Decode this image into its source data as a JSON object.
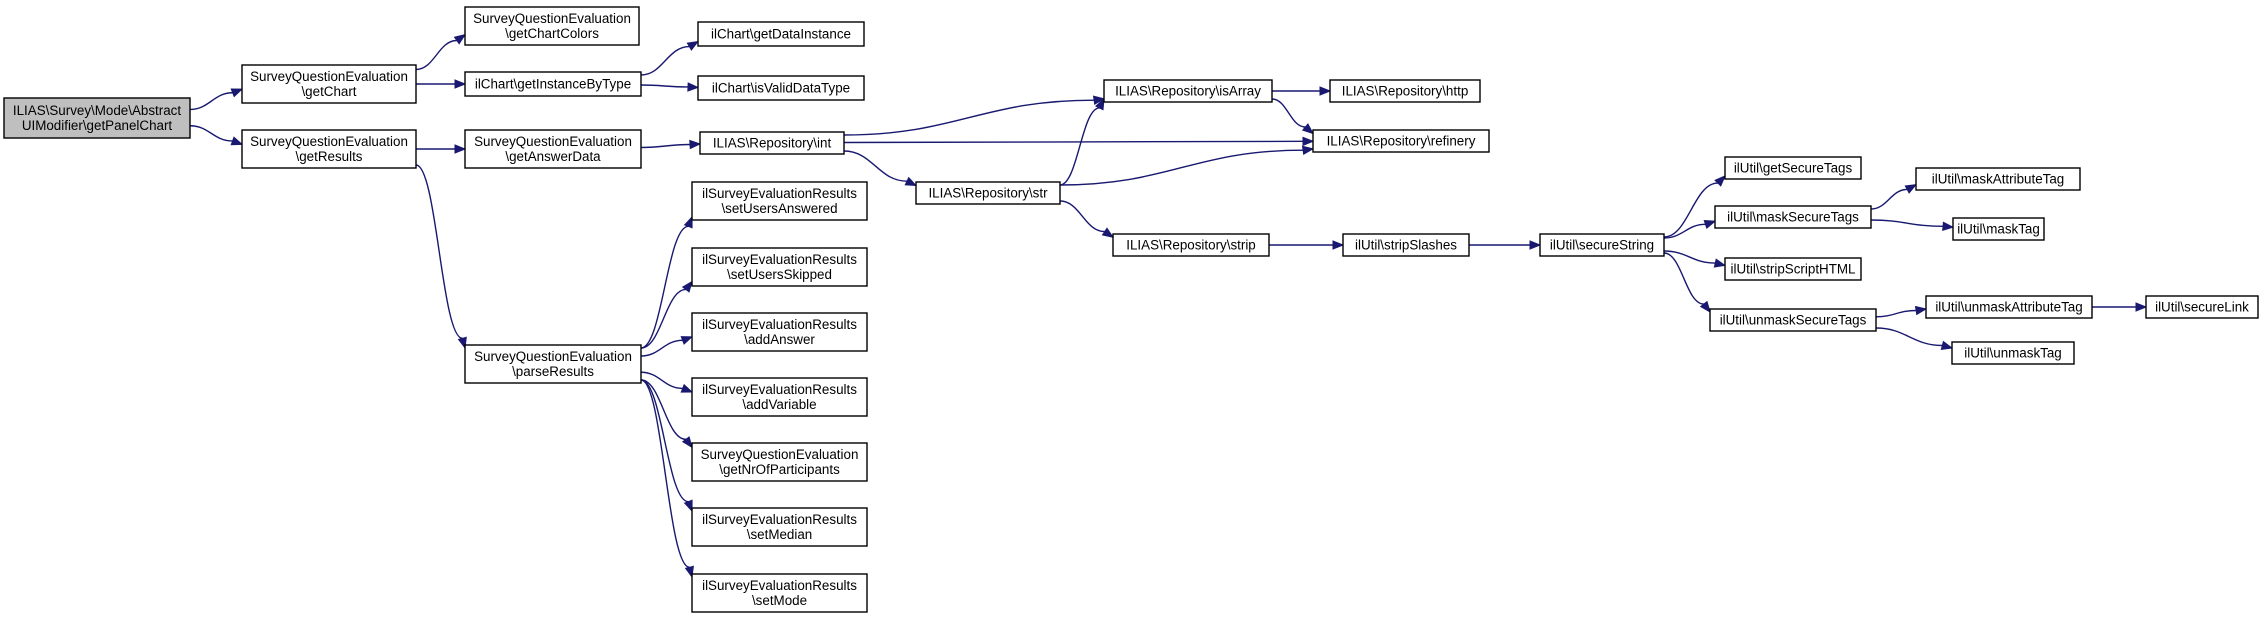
{
  "graph": {
    "edge_color": "#191970",
    "root_fill": "#bfbfbf",
    "node_fill": "#ffffff",
    "nodes": [
      {
        "id": "n0",
        "lines": [
          "ILIAS\\Survey\\Mode\\Abstract",
          "UIModifier\\getPanelChart"
        ],
        "root": true
      },
      {
        "id": "n1",
        "lines": [
          "SurveyQuestionEvaluation",
          "\\getChart"
        ]
      },
      {
        "id": "n2",
        "lines": [
          "SurveyQuestionEvaluation",
          "\\getResults"
        ]
      },
      {
        "id": "n3",
        "lines": [
          "SurveyQuestionEvaluation",
          "\\getChartColors"
        ]
      },
      {
        "id": "n4",
        "lines": [
          "ilChart\\getInstanceByType"
        ]
      },
      {
        "id": "n5",
        "lines": [
          "ilChart\\getDataInstance"
        ]
      },
      {
        "id": "n6",
        "lines": [
          "ilChart\\isValidDataType"
        ]
      },
      {
        "id": "n7",
        "lines": [
          "SurveyQuestionEvaluation",
          "\\getAnswerData"
        ]
      },
      {
        "id": "n8",
        "lines": [
          "SurveyQuestionEvaluation",
          "\\parseResults"
        ]
      },
      {
        "id": "n9",
        "lines": [
          "ILIAS\\Repository\\int"
        ]
      },
      {
        "id": "n10",
        "lines": [
          "ilSurveyEvaluationResults",
          "\\setUsersAnswered"
        ]
      },
      {
        "id": "n11",
        "lines": [
          "ilSurveyEvaluationResults",
          "\\setUsersSkipped"
        ]
      },
      {
        "id": "n12",
        "lines": [
          "ilSurveyEvaluationResults",
          "\\addAnswer"
        ]
      },
      {
        "id": "n13",
        "lines": [
          "ilSurveyEvaluationResults",
          "\\addVariable"
        ]
      },
      {
        "id": "n14",
        "lines": [
          "SurveyQuestionEvaluation",
          "\\getNrOfParticipants"
        ]
      },
      {
        "id": "n15",
        "lines": [
          "ilSurveyEvaluationResults",
          "\\setMedian"
        ]
      },
      {
        "id": "n16",
        "lines": [
          "ilSurveyEvaluationResults",
          "\\setMode"
        ]
      },
      {
        "id": "n17",
        "lines": [
          "ILIAS\\Repository\\isArray"
        ]
      },
      {
        "id": "n18",
        "lines": [
          "ILIAS\\Repository\\str"
        ]
      },
      {
        "id": "n19",
        "lines": [
          "ILIAS\\Repository\\refinery"
        ]
      },
      {
        "id": "n20",
        "lines": [
          "ILIAS\\Repository\\http"
        ]
      },
      {
        "id": "n21",
        "lines": [
          "ILIAS\\Repository\\strip"
        ]
      },
      {
        "id": "n22",
        "lines": [
          "ilUtil\\stripSlashes"
        ]
      },
      {
        "id": "n23",
        "lines": [
          "ilUtil\\secureString"
        ]
      },
      {
        "id": "n24",
        "lines": [
          "ilUtil\\getSecureTags"
        ]
      },
      {
        "id": "n25",
        "lines": [
          "ilUtil\\maskSecureTags"
        ]
      },
      {
        "id": "n26",
        "lines": [
          "ilUtil\\stripScriptHTML"
        ]
      },
      {
        "id": "n27",
        "lines": [
          "ilUtil\\unmaskSecureTags"
        ]
      },
      {
        "id": "n28",
        "lines": [
          "ilUtil\\maskAttributeTag"
        ]
      },
      {
        "id": "n29",
        "lines": [
          "ilUtil\\maskTag"
        ]
      },
      {
        "id": "n30",
        "lines": [
          "ilUtil\\unmaskAttributeTag"
        ]
      },
      {
        "id": "n31",
        "lines": [
          "ilUtil\\unmaskTag"
        ]
      },
      {
        "id": "n32",
        "lines": [
          "ilUtil\\secureLink"
        ]
      }
    ],
    "edges": [
      {
        "from": "n0",
        "to": "n1"
      },
      {
        "from": "n0",
        "to": "n2"
      },
      {
        "from": "n1",
        "to": "n3"
      },
      {
        "from": "n1",
        "to": "n4"
      },
      {
        "from": "n4",
        "to": "n5"
      },
      {
        "from": "n4",
        "to": "n6"
      },
      {
        "from": "n2",
        "to": "n7"
      },
      {
        "from": "n2",
        "to": "n8"
      },
      {
        "from": "n7",
        "to": "n9"
      },
      {
        "from": "n8",
        "to": "n10"
      },
      {
        "from": "n8",
        "to": "n11"
      },
      {
        "from": "n8",
        "to": "n12"
      },
      {
        "from": "n8",
        "to": "n13"
      },
      {
        "from": "n8",
        "to": "n14"
      },
      {
        "from": "n8",
        "to": "n15"
      },
      {
        "from": "n8",
        "to": "n16"
      },
      {
        "from": "n9",
        "to": "n17"
      },
      {
        "from": "n9",
        "to": "n18"
      },
      {
        "from": "n9",
        "to": "n19"
      },
      {
        "from": "n18",
        "to": "n17"
      },
      {
        "from": "n18",
        "to": "n19"
      },
      {
        "from": "n18",
        "to": "n21"
      },
      {
        "from": "n17",
        "to": "n20"
      },
      {
        "from": "n17",
        "to": "n19"
      },
      {
        "from": "n21",
        "to": "n22"
      },
      {
        "from": "n22",
        "to": "n23"
      },
      {
        "from": "n23",
        "to": "n24"
      },
      {
        "from": "n23",
        "to": "n25"
      },
      {
        "from": "n23",
        "to": "n26"
      },
      {
        "from": "n23",
        "to": "n27"
      },
      {
        "from": "n25",
        "to": "n28"
      },
      {
        "from": "n25",
        "to": "n29"
      },
      {
        "from": "n27",
        "to": "n30"
      },
      {
        "from": "n27",
        "to": "n31"
      },
      {
        "from": "n30",
        "to": "n32"
      }
    ]
  }
}
